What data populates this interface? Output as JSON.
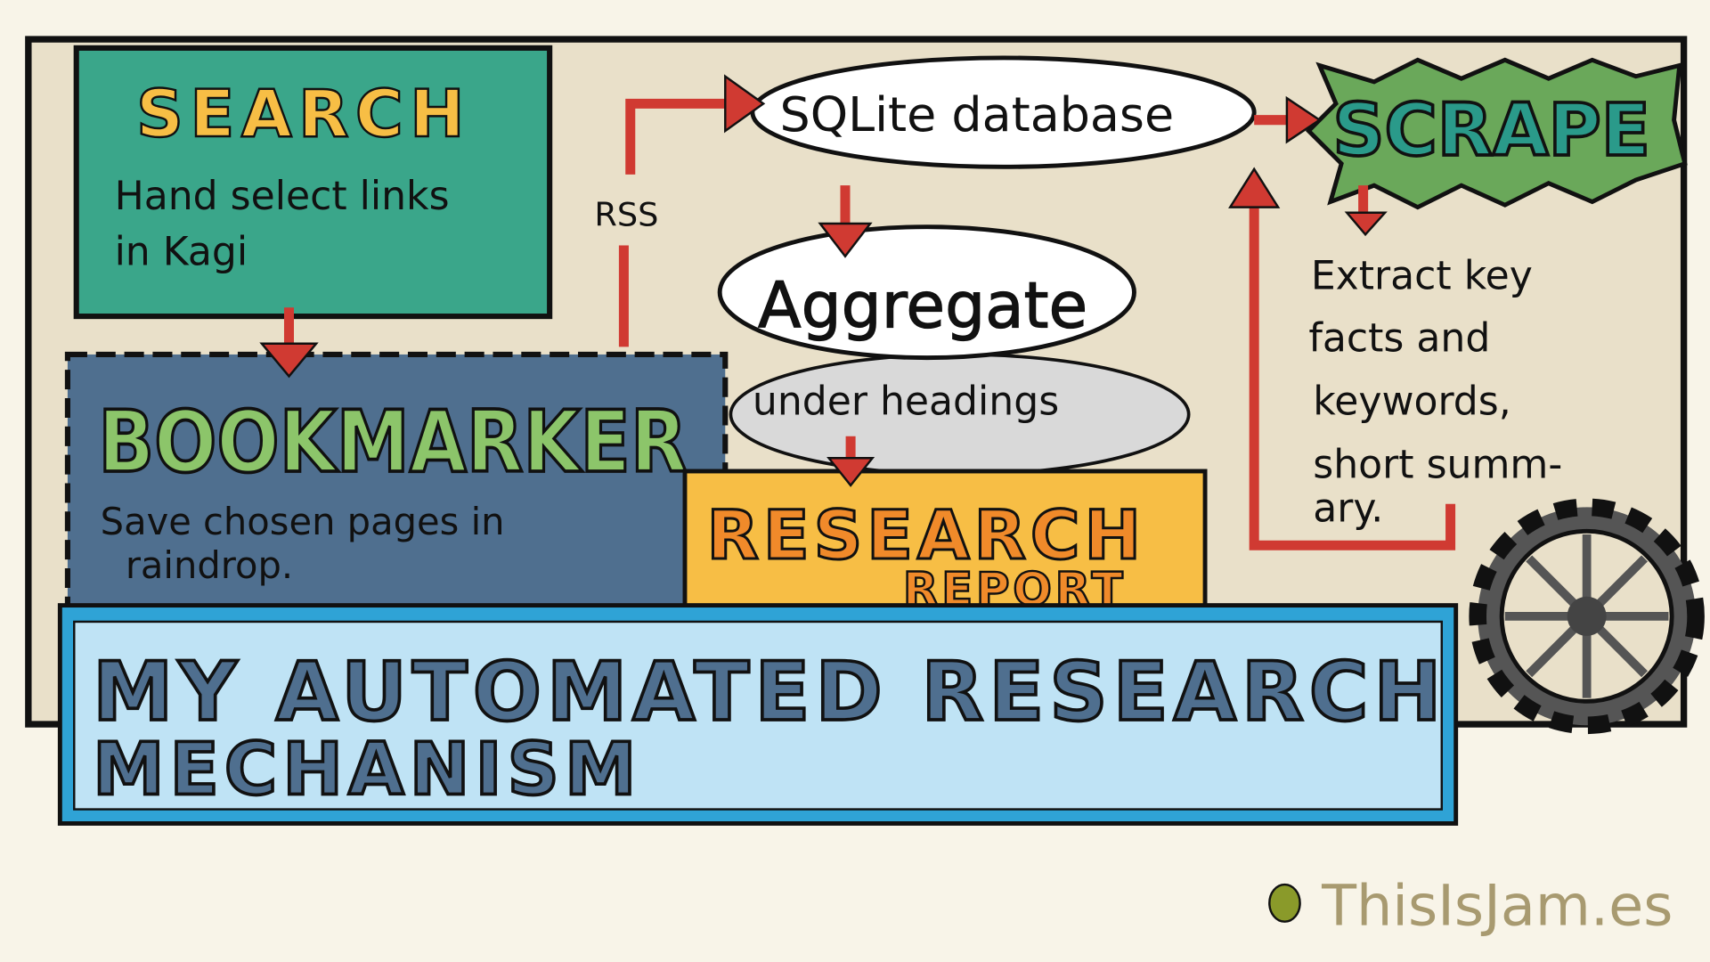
{
  "title": {
    "line1": "MY AUTOMATED RESEARCH",
    "line2": "MECHANISM"
  },
  "search": {
    "heading": "SEARCH",
    "line1": "Hand select links",
    "line2": "in Kagi"
  },
  "bookmarker": {
    "heading": "BOOKMARKER",
    "line1": "Save chosen pages in",
    "line2": "raindrop."
  },
  "rss_label": "RSS",
  "sqlite": {
    "label": "SQLite database"
  },
  "scrape": {
    "heading": "SCRAPE",
    "lines": [
      "Extract key",
      "facts and",
      "keywords,",
      "short summ-",
      "ary."
    ]
  },
  "aggregate": {
    "heading": "Aggregate",
    "subtext": "under headings"
  },
  "report": {
    "line1": "RESEARCH",
    "line2": "REPORT"
  },
  "logo": {
    "text": "ThisIsJam.es"
  },
  "colors": {
    "search": "#3aa68a",
    "bookmarker": "#4f6f8f",
    "report": "#f7be45",
    "scrape": "#6aa85a",
    "banner": "#bfe3f5",
    "arrow": "#d03a32",
    "frame": "#e9e0c9"
  }
}
